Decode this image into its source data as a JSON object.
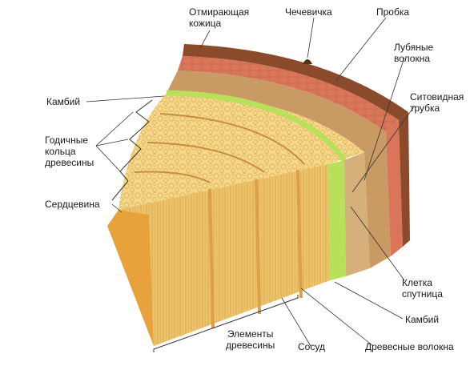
{
  "labels": {
    "dying_skin": "Отмирающая\nкожица",
    "lenticel": "Чечевичка",
    "cork": "Пробка",
    "bast_fibers": "Лубяные\nволокна",
    "sieve_tube": "Ситовидная\nтрубка",
    "cambium_left": "Камбий",
    "annual_rings": "Годичные\nкольца\nдревесины",
    "pith": "Сердцевина",
    "companion_cell": "Клетка\nспутница",
    "cambium_right": "Камбий",
    "wood_elements": "Элементы\nдревесины",
    "vessel": "Сосуд",
    "wood_fibers": "Древесные волокна"
  },
  "colors": {
    "bark": "#8b4a2b",
    "cork": "#d9765a",
    "bast": "#c99a63",
    "phloem": "#d6b07a",
    "cambium": "#b8e05a",
    "wood_light": "#f6d888",
    "wood_mid": "#eec268",
    "wood_dark": "#dba048",
    "pith": "#e8a23c",
    "leader": "#333333"
  }
}
